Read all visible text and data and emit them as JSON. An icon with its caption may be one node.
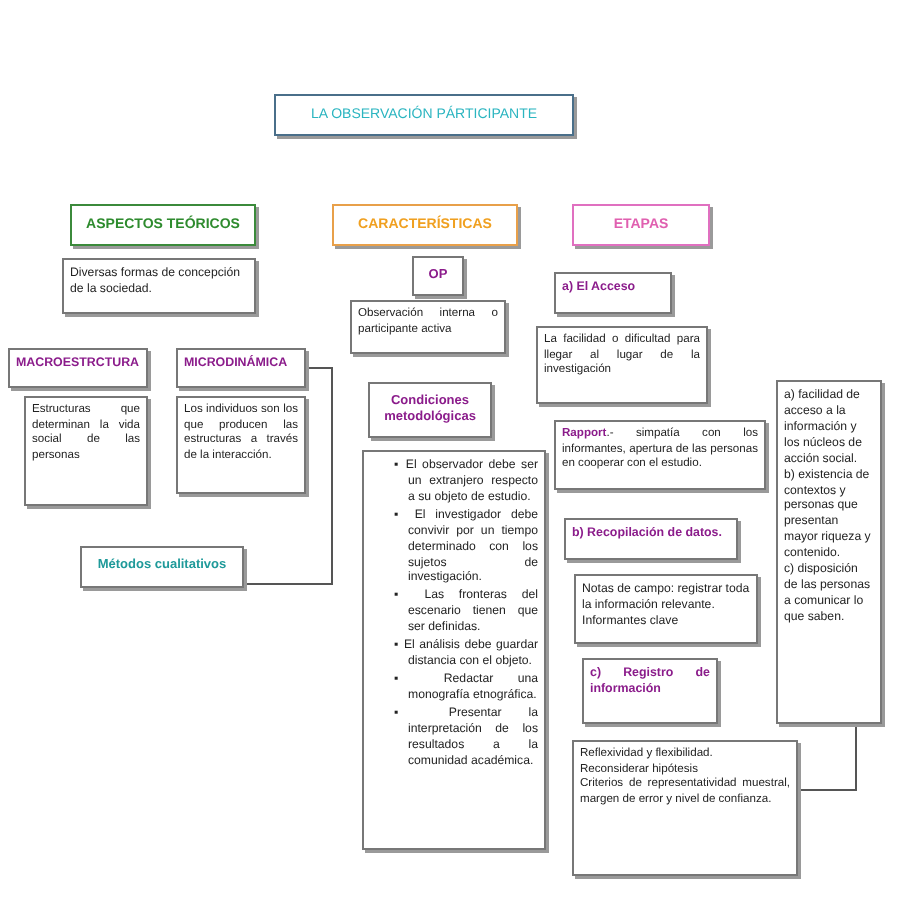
{
  "diagram": {
    "nodes": [
      {
        "text": [
          "LA OBSERVACIÓN PÁRTICIPANTE"
        ]
      },
      {
        "text": [
          "ASPECTOS TEÓRICOS"
        ]
      },
      {
        "text": [
          "CARACTERÍSTICAS"
        ]
      },
      {
        "text": [
          "ETAPAS"
        ]
      },
      {
        "text": [
          "Diversas formas de concepción de la sociedad."
        ]
      },
      {
        "text": [
          "OP"
        ]
      },
      {
        "text": [
          "a) El Acceso"
        ]
      },
      {
        "text": [
          "Observación interna o participante activa"
        ]
      },
      {
        "text": [
          "MACROESTRCTURA"
        ]
      },
      {
        "text": [
          "MICRODINÁMICA"
        ]
      },
      {
        "text": [
          "La facilidad o dificultad para llegar al lugar de la investigación"
        ]
      },
      {
        "text": [
          "Condiciones metodológicas"
        ]
      },
      {
        "text": [
          "a) facilidad de acceso a la información y los núcleos de acción social.",
          "b) existencia de contextos y personas que presentan mayor riqueza y contenido.",
          "c) disposición de las personas a comunicar lo que saben."
        ]
      },
      {
        "text": [
          "Estructuras que determinan la vida social de las personas"
        ]
      },
      {
        "text": [
          "Los individuos son los que producen las estructuras a través de la interacción."
        ]
      },
      {
        "text": [
          "**Rapport**.- simpatía con los informantes, apertura de las personas en cooperar con el estudio."
        ]
      },
      {
        "text": [
          "▪ El observador debe ser un extranjero respecto a su objeto de estudio.",
          "▪ El investigador debe convivir por un tiempo determinado con los sujetos de investigación.",
          "▪ Las fronteras del escenario tienen que ser definidas.",
          "▪ El análisis debe guardar distancia con el objeto.",
          "▪ Redactar una monografía etnográfica.",
          "▪ Presentar la interpretación de los resultados a la comunidad académica."
        ]
      },
      {
        "text": [
          "b) Recopilación de datos."
        ]
      },
      {
        "text": [
          "Métodos cualitativos"
        ]
      },
      {
        "text": [
          "Notas de campo: registrar toda la información relevante.",
          "Informantes clave"
        ]
      },
      {
        "text": [
          "c) Registro de información"
        ]
      },
      {
        "text": [
          "Reflexividad y flexibilidad.",
          "Reconsiderar hipótesis",
          "Criterios de representatividad muestral, margen de error y nivel de confianza."
        ]
      }
    ],
    "edges": [
      {
        "from": 9,
        "to": 18,
        "arrow": "none"
      },
      {
        "from": 12,
        "to": 21,
        "arrow": "none"
      }
    ]
  }
}
